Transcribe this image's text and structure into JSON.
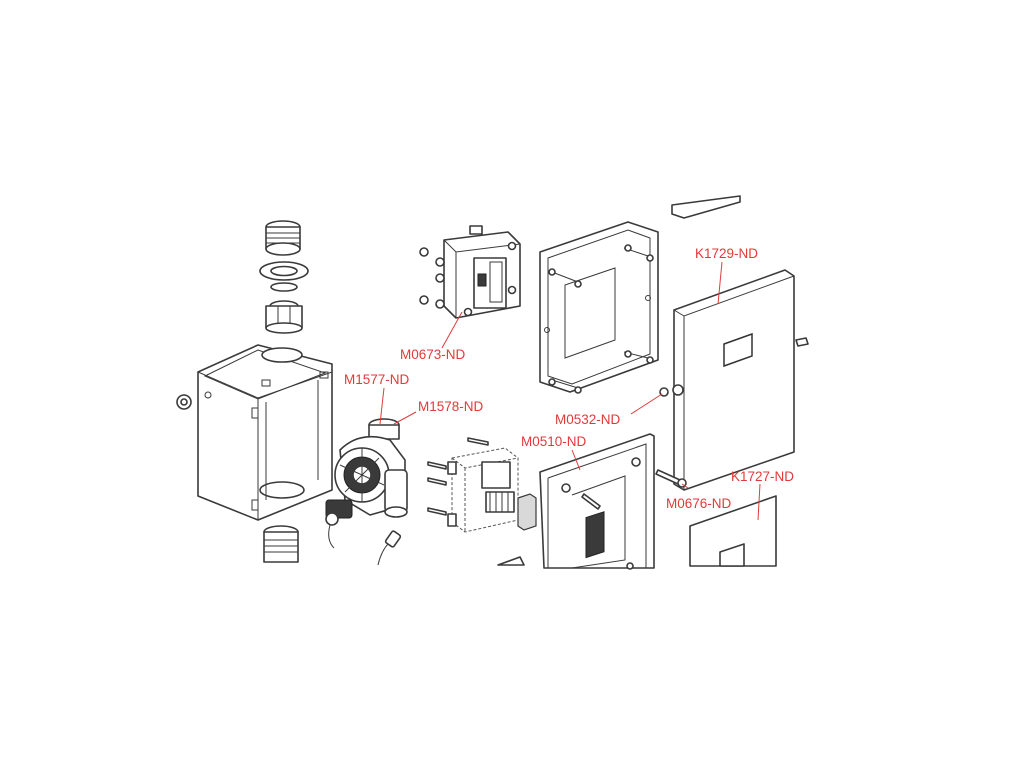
{
  "diagram": {
    "accent_color": "#e23a3a",
    "line_color": "#3a3a3a",
    "callouts": [
      {
        "id": "m0673",
        "label": "M0673-ND"
      },
      {
        "id": "m1577",
        "label": "M1577-ND"
      },
      {
        "id": "m1578",
        "label": "M1578-ND"
      },
      {
        "id": "m0532",
        "label": "M0532-ND"
      },
      {
        "id": "m0510",
        "label": "M0510-ND"
      },
      {
        "id": "k1729",
        "label": "K1729-ND"
      },
      {
        "id": "k1727",
        "label": "K1727-ND"
      },
      {
        "id": "m0676",
        "label": "M0676-ND"
      }
    ]
  }
}
